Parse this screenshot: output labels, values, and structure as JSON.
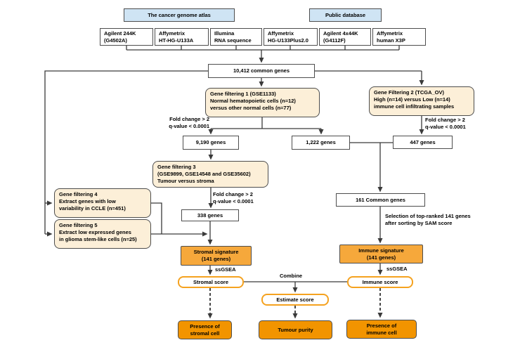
{
  "figure": {
    "source_headers": {
      "tcga": "The cancer genome atlas",
      "public": "Public database"
    },
    "platforms": [
      {
        "line1": "Agilent 244K",
        "line2": "(G4502A)"
      },
      {
        "line1": "Affymetrix",
        "line2": "HT-HG-U133A"
      },
      {
        "line1": "Illumina",
        "line2": "RNA sequence"
      },
      {
        "line1": "Affymetrix",
        "line2": "HG-U133Plus2.0"
      },
      {
        "line1": "Agilent 4x44K",
        "line2": "(G4112F)"
      },
      {
        "line1": "Affymetrix",
        "line2": "human X3P"
      }
    ],
    "nodes": {
      "common_genes": "10,412 common genes",
      "gene_filtering_1": {
        "line1": "Gene filtering 1 (GSE1133)",
        "line2": "Normal hematopoietic cells (n=12)",
        "line3": "versus other normal cells (n=77)"
      },
      "gene_filtering_2": {
        "line1": "Gene Filtering 2 (TCGA_OV)",
        "line2": "High (n=14) versus Low (n=14)",
        "line3": "immune cell infiltrating samples"
      },
      "genes_9190": "9,190 genes",
      "genes_1222": "1,222 genes",
      "genes_447": "447 genes",
      "gene_filtering_3": {
        "line1": "Gene filtering 3",
        "line2": "(GSE9899, GSE14548 and GSE35602)",
        "line3": "Tumour versus stroma"
      },
      "gene_filtering_4": {
        "line1": "Gene filtering 4",
        "line2": "Extract genes with low",
        "line3": "variability in CCLE (n=451)"
      },
      "gene_filtering_5": {
        "line1": "Gene filtering 5",
        "line2": "Extract low expressed genes",
        "line3": "in glioma stem-like cells (n=25)"
      },
      "genes_338": "338 genes",
      "common_161": "161 Common genes",
      "stromal_signature": {
        "line1": "Stromal signature",
        "line2": "(141 genes)"
      },
      "immune_signature": {
        "line1": "Immune signature",
        "line2": "(141 genes)"
      },
      "stromal_score": "Stromal score",
      "immune_score": "Immune score",
      "estimate_score": "Estimate score",
      "presence_stromal": {
        "line1": "Presence of",
        "line2": "stromal cell"
      },
      "tumour_purity": "Tumour purity",
      "presence_immune": {
        "line1": "Presence of",
        "line2": "immune cell"
      }
    },
    "edge_labels": {
      "filter_1": {
        "line1": "Fold change > 2",
        "line2": "q-value < 0.0001"
      },
      "filter_2": {
        "line1": "Fold change > 2",
        "line2": "q-value < 0.0001"
      },
      "filter_3": {
        "line1": "Fold change > 2",
        "line2": "q-value < 0.0001"
      },
      "ssgsea_stromal": "ssGSEA",
      "ssgsea_immune": "ssGSEA",
      "combine": "Combine",
      "sam_selection": {
        "line1": "Selection of top-ranked 141 genes",
        "line2": "after sorting by SAM score"
      }
    },
    "colors": {
      "header_blue": "#cfe4f4",
      "filter_cream": "#fcefd8",
      "signature_orange": "#f6a83b",
      "result_orange": "#f29400",
      "score_border_orange": "#f5a21f",
      "line_gray": "#3a3a3a"
    }
  }
}
